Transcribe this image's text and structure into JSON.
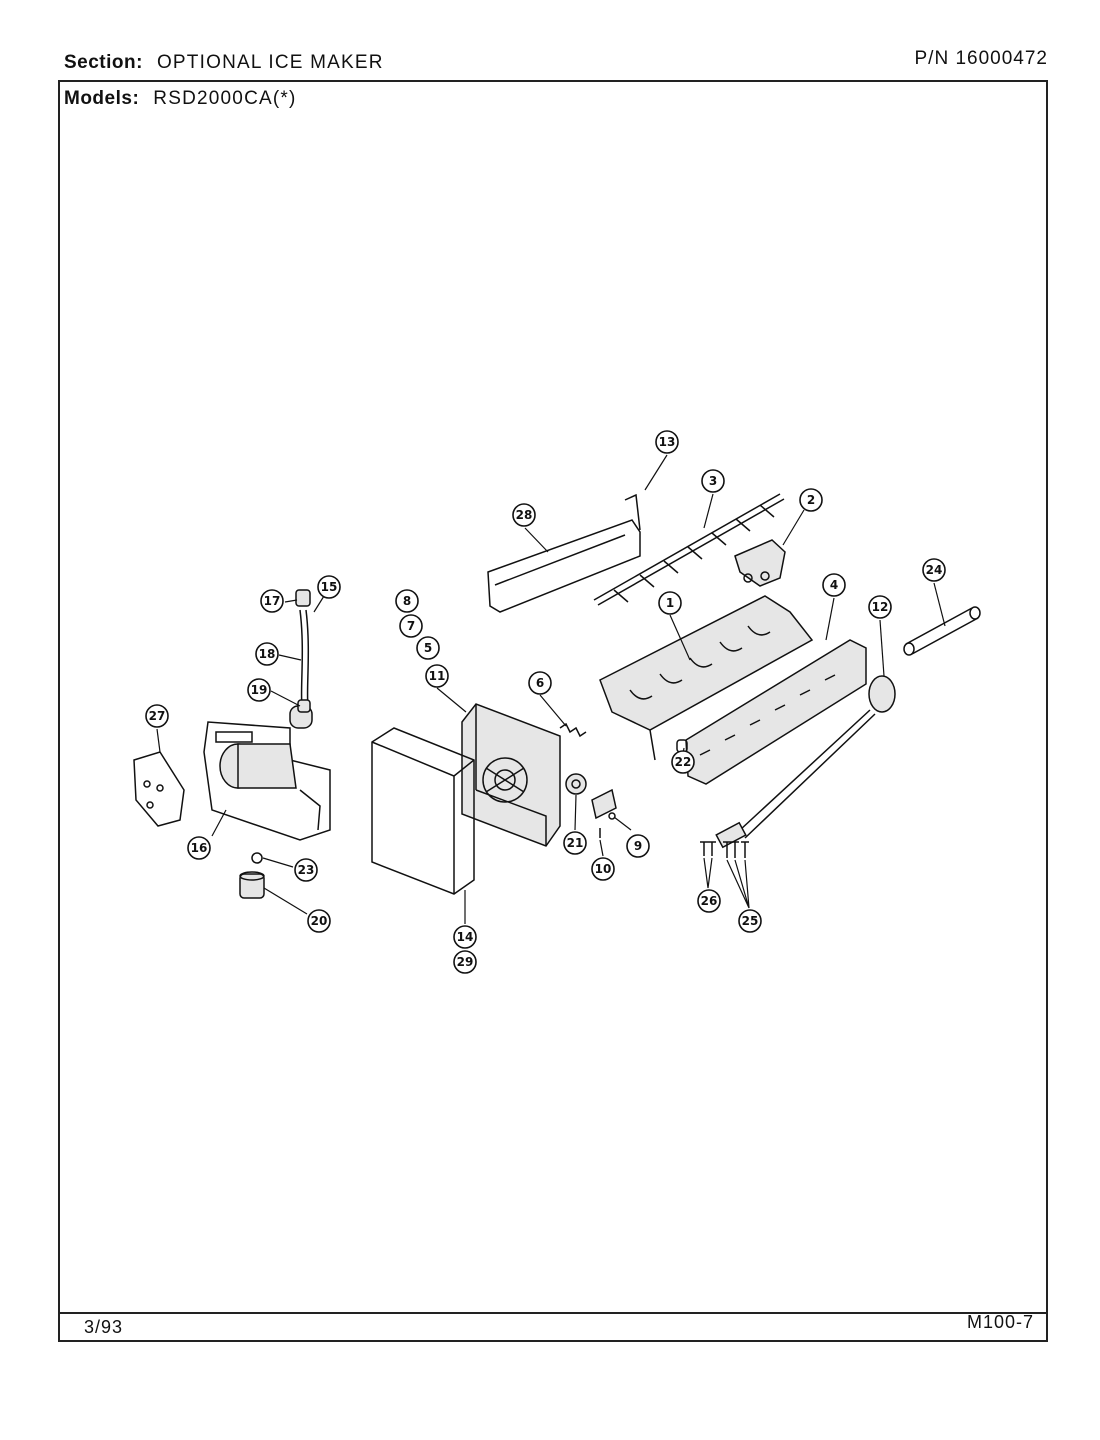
{
  "header": {
    "section_label": "Section:",
    "section_value": "OPTIONAL ICE MAKER",
    "part_number": "P/N 16000472",
    "models_label": "Models:",
    "models_value": "RSD2000CA(*)"
  },
  "footer": {
    "date": "3/93",
    "page_code": "M100-7"
  },
  "callouts": {
    "c1": "1",
    "c2": "2",
    "c3": "3",
    "c4": "4",
    "c5": "5",
    "c6": "6",
    "c7": "7",
    "c8": "8",
    "c9": "9",
    "c10": "10",
    "c11": "11",
    "c12": "12",
    "c13": "13",
    "c14": "14",
    "c15": "15",
    "c16": "16",
    "c17": "17",
    "c18": "18",
    "c19": "19",
    "c20": "20",
    "c21": "21",
    "c22": "22",
    "c23": "23",
    "c24": "24",
    "c25": "25",
    "c26": "26",
    "c27": "27",
    "c28": "28",
    "c29": "29"
  }
}
